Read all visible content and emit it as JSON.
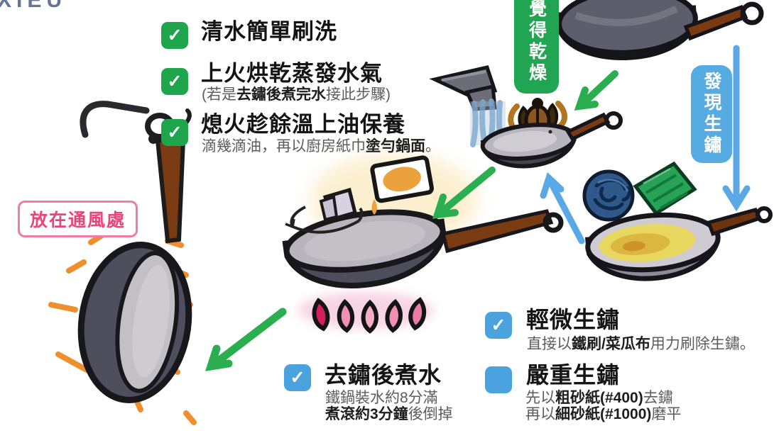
{
  "watermark": "XIEU",
  "icons": {
    "check": "✓",
    "hanging_pan": "hanging-pan-illustration",
    "oiling_pan": "oiling-pan-illustration",
    "drying_pan": "drying-pan-illustration",
    "faucet": "faucet-illustration",
    "clean_pan": "clean-pan-illustration",
    "rusty_pan": "rusty-pan-illustration",
    "steel_wool": "steel-wool-illustration",
    "scouring_pad": "scouring-pad-illustration"
  },
  "colors": {
    "green": "#1fa64d",
    "blue": "#4aa3df",
    "pink": "#e8457a",
    "arrow_green": "#2bae4f",
    "arrow_blue": "#5aa9e6",
    "ray_orange": "#ef8e2c"
  },
  "green_checklist": {
    "items": [
      {
        "title": "清水簡單刷洗"
      },
      {
        "title": "上火烘乾蒸發水氣",
        "note": {
          "pre": "(若是",
          "bold": "去鏽後煮完水",
          "post": "接此步驟)"
        }
      },
      {
        "title": "熄火趁餘溫上油保養",
        "note": {
          "pre": "滴幾滴油，再以廚房紙巾",
          "bold": "塗勻鍋面",
          "post": "。"
        }
      }
    ]
  },
  "badges": {
    "ventilate": "放在通風處",
    "feels_dry": "覺得乾燥",
    "found_rust": "發現生鏽"
  },
  "blue_checklist": {
    "boil": {
      "title": "去鏽後煮水",
      "line1": "鐵鍋裝水約8分滿",
      "line2_bold": "煮滾約3分鐘",
      "line2_rest": "後倒掉"
    },
    "light_rust": {
      "title": "輕微生鏽",
      "note_pre": "直接以",
      "note_bold": "鐵刷/菜瓜布",
      "note_post": "用力刷除生鏽。"
    },
    "heavy_rust": {
      "title": "嚴重生鏽",
      "line1_pre": "先以",
      "line1_bold": "粗砂紙(#400)",
      "line1_post": "去鏽",
      "line2_pre": "再以",
      "line2_bold": "細砂紙(#1000)",
      "line2_post": "磨平"
    }
  }
}
